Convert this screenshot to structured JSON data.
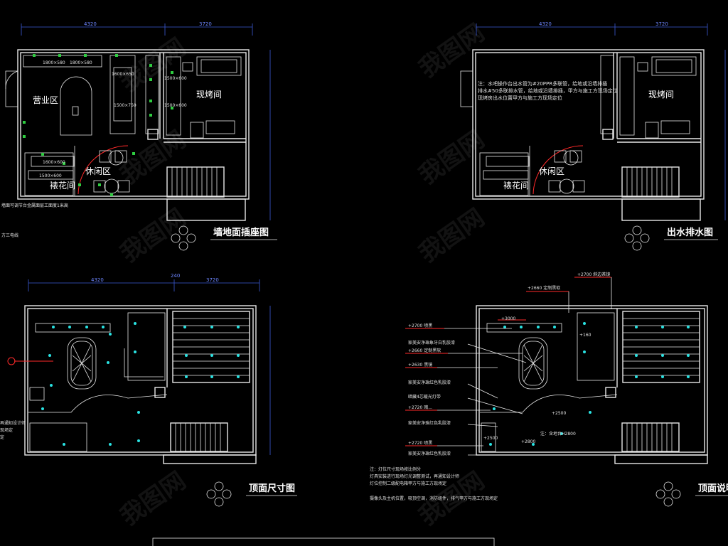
{
  "plans": {
    "p1": {
      "title": "墙地面插座图",
      "rooms": {
        "business": "营业区",
        "bake": "现烤间",
        "rest": "休闲区",
        "flower": "裱花间"
      },
      "items": {
        "c1": "1800×580",
        "c2": "1800×580",
        "c3": "1600×650",
        "c4": "1500×750",
        "c5": "1500×600",
        "c6": "1500×600",
        "c7": "1600×600",
        "c8": "1500×600"
      },
      "notes": {
        "n1": "墙面可调节台金属面层工面度1米高",
        "n2": "方三电线"
      }
    },
    "p2": {
      "title": "出水排水图",
      "rooms": {
        "bake": "现烤间",
        "rest": "休闲区",
        "flower": "裱花间"
      },
      "note": [
        "注：水吧操作台出水管为#20PPR多联管，给地或沿墙排插",
        "排水#50多联排水管，给地或沿墙排插，甲方与施工方现场定位",
        "现烤房出水位置甲方与施工方现场定位"
      ]
    },
    "p3": {
      "title": "顶面尺寸图",
      "notes": [
        "再通知设计师",
        "现场定",
        "定"
      ]
    },
    "p4": {
      "title": "顶面说明",
      "tags": {
        "t2700a": "+2700 斜边茶镜",
        "t2660": "+2660 定制黑软",
        "t3000": "+3000",
        "t2700b": "+2700 喷黑",
        "t1": "家美安净珠象牙白乳胶漆",
        "t2": "+2660 定制黑软",
        "t2630": "+2630 黑镜",
        "t3": "家美安净珠红色乳胶漆",
        "t4": "暗藏4芯暖光灯带",
        "t5": "+2720 暗...",
        "t6": "家美安净珠红色乳胶漆",
        "t7": "+2720 喷黑",
        "t8": "家美安净珠红色乳胶漆",
        "t2500": "+2500",
        "t2800": "+2800",
        "t2500b": "+2500",
        "t160": "+160",
        "tfloor": "注：含地台H2800"
      },
      "notes": [
        "注：灯位尺寸现场按比例分",
        "灯具安装进行现场灯光调整测试，再通知设计师",
        "灯位控制二级配电箱甲方与施工方现场定",
        "摄像头及主机位置，吸顶空调，消防组件，排气甲方与施工方现场定"
      ]
    }
  },
  "dims": {
    "d1": "4320",
    "d2": "3720",
    "d3": "240"
  },
  "watermark": "我图网"
}
